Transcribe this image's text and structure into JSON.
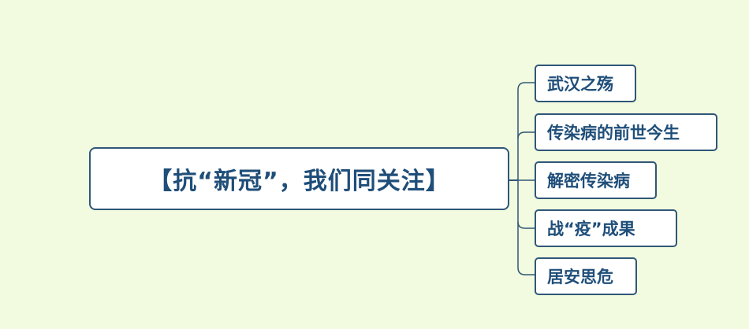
{
  "colors": {
    "background": "#f2fbdf",
    "node_border": "#2f5778",
    "node_text": "#1f4e79",
    "connector": "#2f5778"
  },
  "root": {
    "label": "【抗“新冠”，我们同关注】"
  },
  "children": [
    {
      "label": "武汉之殇"
    },
    {
      "label": "传染病的前世今生"
    },
    {
      "label": "解密传染病"
    },
    {
      "label": "战“疫”成果"
    },
    {
      "label": "居安思危"
    }
  ]
}
